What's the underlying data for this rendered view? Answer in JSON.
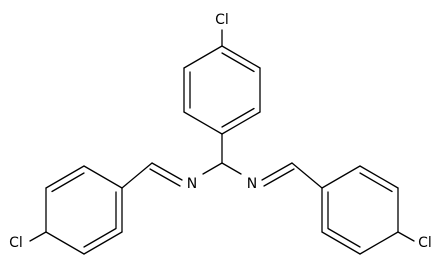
{
  "molecule": {
    "atoms": {
      "cl_top": "Cl",
      "cl_left": "Cl",
      "cl_right": "Cl",
      "n_left": "N",
      "n_right": "N"
    }
  }
}
